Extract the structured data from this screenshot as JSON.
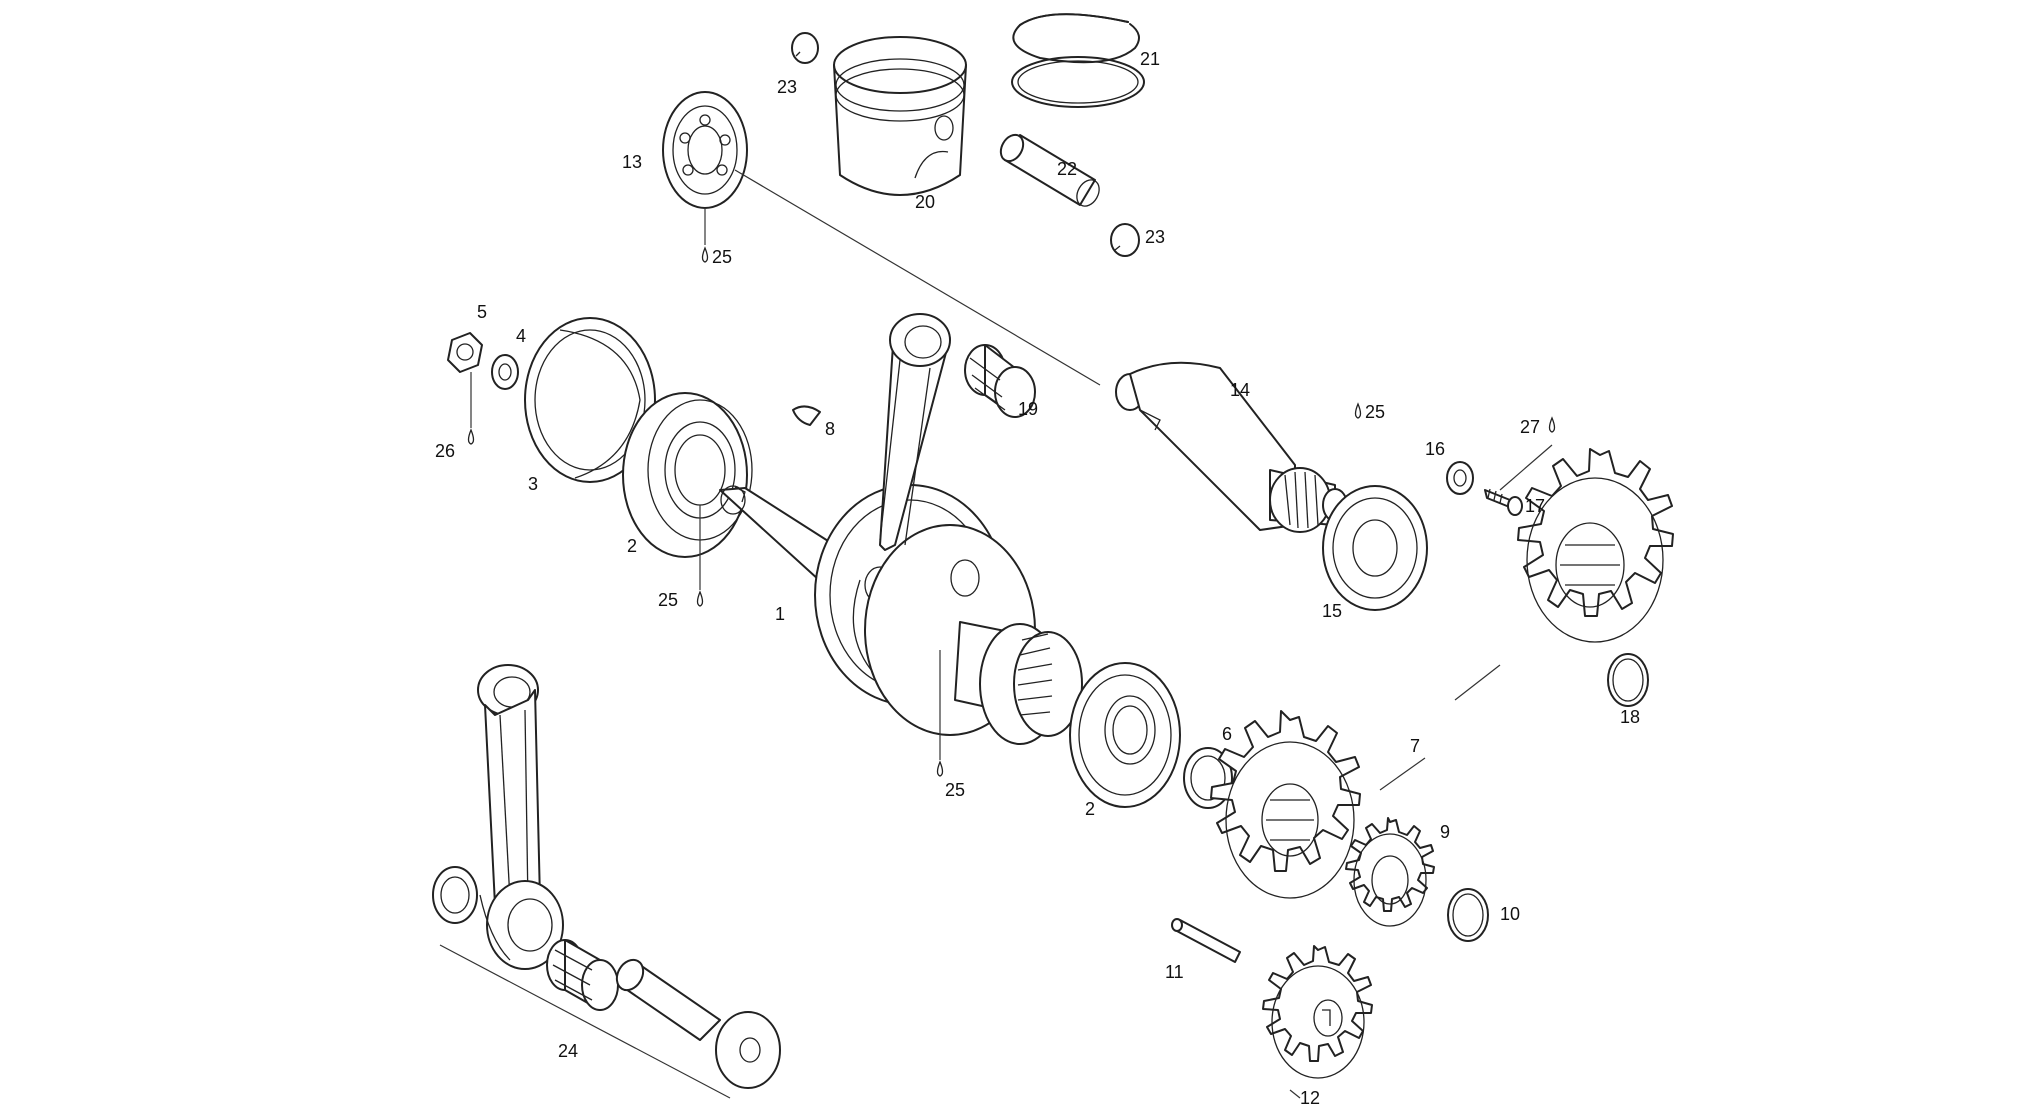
{
  "diagram": {
    "labels": {
      "p1": "1",
      "p2a": "2",
      "p2b": "2",
      "p3": "3",
      "p4": "4",
      "p5": "5",
      "p6": "6",
      "p7": "7",
      "p8": "8",
      "p9": "9",
      "p10": "10",
      "p11": "11",
      "p12": "12",
      "p13": "13",
      "p14": "14",
      "p15": "15",
      "p16": "16",
      "p17": "17",
      "p18": "18",
      "p19": "19",
      "p20": "20",
      "p21": "21",
      "p22": "22",
      "p23a": "23",
      "p23b": "23",
      "p24": "24",
      "p25a": "25",
      "p25b": "25",
      "p25c": "25",
      "p25d": "25",
      "p26": "26",
      "p27": "27"
    },
    "icons": {
      "oil_drop": "oil-drop-icon"
    }
  }
}
